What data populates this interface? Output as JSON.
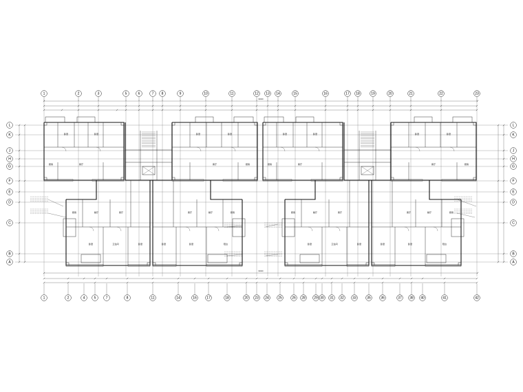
{
  "columns_top": [
    "1",
    "2",
    "3",
    "5",
    "6",
    "7",
    "8",
    "9",
    "10",
    "11",
    "12",
    "13",
    "14",
    "15",
    "16",
    "17",
    "18",
    "19",
    "20",
    "21",
    "22",
    "23"
  ],
  "columns_bottom": [
    "1",
    "2",
    "4",
    "5",
    "7",
    "8",
    "11",
    "14",
    "16",
    "17",
    "18",
    "20",
    "23",
    "24",
    "25",
    "26",
    "28",
    "29",
    "30",
    "31",
    "32",
    "33",
    "35",
    "36",
    "37",
    "38",
    "40",
    "41",
    "42"
  ],
  "rows_left": [
    "L",
    "K",
    "J",
    "H",
    "G",
    "F",
    "E",
    "D",
    "C",
    "B",
    "A"
  ],
  "rows_right": [
    "L",
    "K",
    "J",
    "H",
    "G",
    "F",
    "E",
    "D",
    "C",
    "B",
    "A"
  ],
  "overall_dimension": "64600",
  "room_labels": {
    "bedroom": "卧室",
    "living": "客厅",
    "dining": "餐厅",
    "kitchen": "厨房",
    "bath": "卫生间",
    "balcony": "阳台"
  },
  "colors": {
    "line": "#111111",
    "paper": "#ffffff"
  }
}
